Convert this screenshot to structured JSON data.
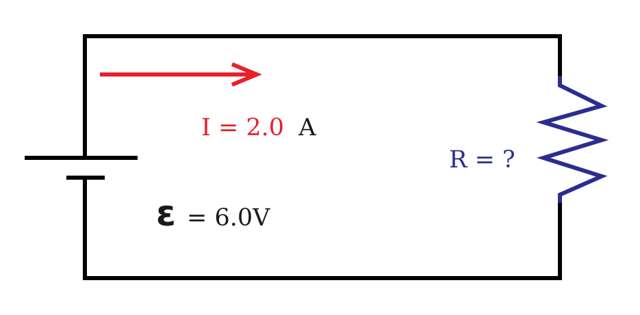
{
  "current": {
    "text": "I = 2.0",
    "unit": "A"
  },
  "emf": {
    "symbol": "ε",
    "text": "= 6.0V"
  },
  "resistor": {
    "text": "R = ?"
  },
  "colors": {
    "wire": "#000000",
    "current_label": "#e8202a",
    "arrow": "#e8202a",
    "resistor": "#2b2d8f",
    "text_dark": "#1a1a1a"
  }
}
